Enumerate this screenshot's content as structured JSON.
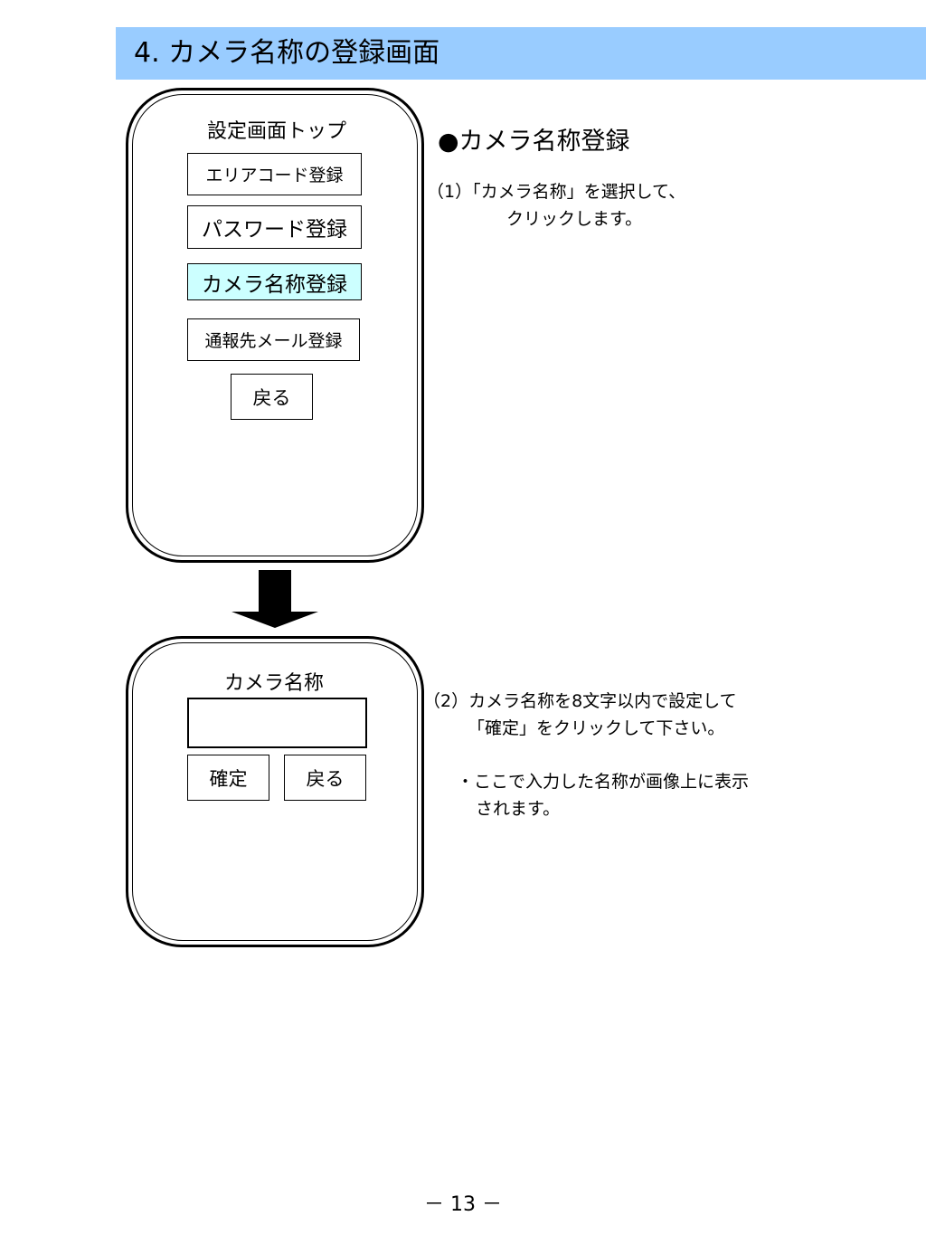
{
  "header": {
    "title": "4. カメラ名称の登録画面"
  },
  "screen1": {
    "title": "設定画面トップ",
    "buttons": {
      "area_code": "エリアコード登録",
      "password": "パスワード登録",
      "camera_name": "カメラ名称登録",
      "mail": "通報先メール登録",
      "back": "戻る"
    }
  },
  "screen2": {
    "title": "カメラ名称",
    "input_value": "",
    "buttons": {
      "confirm": "確定",
      "back": "戻る"
    }
  },
  "instructions": {
    "heading": "●カメラ名称登録",
    "step1_line1": "（1）「カメラ名称」を選択して、",
    "step1_line2": "クリックします。",
    "step2_line1": "（2）カメラ名称を8文字以内で設定して",
    "step2_line2": "「確定」をクリックして下さい。",
    "note_line1": "・ここで入力した名称が画像上に表示",
    "note_line2": "されます。"
  },
  "footer": {
    "page_number": "－ 13 －"
  },
  "colors": {
    "title_bar": "#99ccff",
    "selected_button": "#ccffff"
  }
}
